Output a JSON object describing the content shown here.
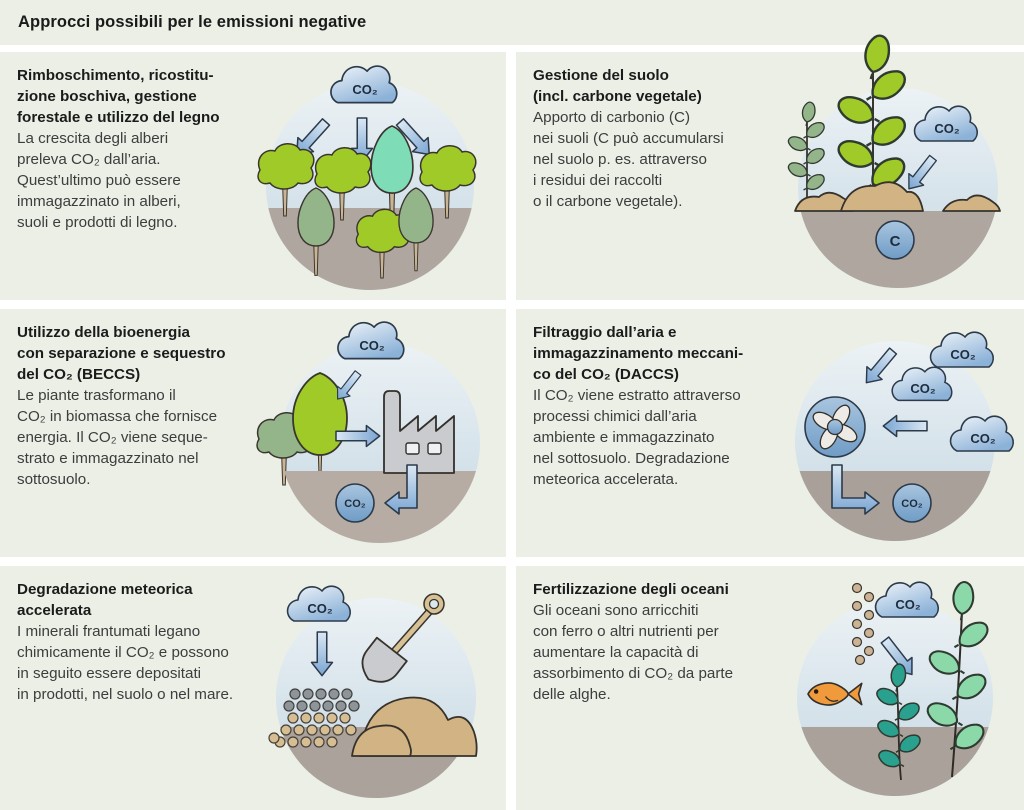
{
  "page": {
    "title": "Approcci possibili per le emissioni negative"
  },
  "labels": {
    "co2": "CO₂",
    "c": "C"
  },
  "colors": {
    "page_bg": "#ffffff",
    "panel_bg": "#ebefe6",
    "sky_light": "#ecf2f5",
    "sky_dark": "#c5d7e3",
    "arrow_light": "#dbe8f4",
    "arrow_dark": "#7aa5d2",
    "cloud_light": "#f0f5fa",
    "cloud_dark": "#8cb2d8",
    "badge_light": "#a9c5df",
    "badge_dark": "#6f9cc6",
    "ground": "#afa69f",
    "green_bright": "#9fca28",
    "green_mint": "#7edcb7",
    "green_sage": "#94b489",
    "algae_teal": "#2aa18f",
    "algae_mint": "#8bd8a8",
    "sand": "#d2b383",
    "steel": "#c9cbcf",
    "fish_orange": "#f09a3c"
  },
  "panels": [
    {
      "id": "forestry",
      "heading": "Rimboschimento, ricostitu-\nzione boschiva, gestione\nforestale e utilizzo del legno",
      "body": "La crescita degli alberi\npreleva CO₂ dall’aria.\nQuest’ultimo può essere\nimmagazzinato in alberi,\nsuoli e prodotti di legno."
    },
    {
      "id": "soil-management",
      "heading": "Gestione del suolo\n(incl. carbone vegetale)",
      "body": "Apporto di carbonio (C)\nnei suoli (C può accumularsi\nnel suolo p. es. attraverso\ni residui dei raccolti\no il carbone vegetale)."
    },
    {
      "id": "beccs",
      "heading": "Utilizzo della bioenergia\ncon separazione e sequestro\ndel CO₂ (BECCS)",
      "body": "Le piante trasformano il\nCO₂ in biomassa che fornisce\nenergia. Il CO₂ viene seque-\nstrato e immagazzinato nel\nsottosuolo."
    },
    {
      "id": "daccs",
      "heading": "Filtraggio dall’aria e\nimmagazzinamento meccani-\nco del CO₂ (DACCS)",
      "body": "Il CO₂ viene estratto attraverso\nprocessi chimici dall’aria\nambiente e immagazzinato\nnel sottosuolo. Degradazione\nmeteorica accelerata."
    },
    {
      "id": "weathering",
      "heading": "Degradazione meteorica\naccelerata",
      "body": "I minerali frantumati legano\nchimicamente il CO₂ e possono\nin seguito essere depositati\nin prodotti, nel suolo o nel mare."
    },
    {
      "id": "ocean-fertilization",
      "heading": "Fertilizzazione degli oceani",
      "body": "Gli oceani sono arricchiti\ncon ferro o altri nutrienti per\naumentare la capacità di\nassorbimento di CO₂ da parte\ndelle alghe."
    }
  ]
}
